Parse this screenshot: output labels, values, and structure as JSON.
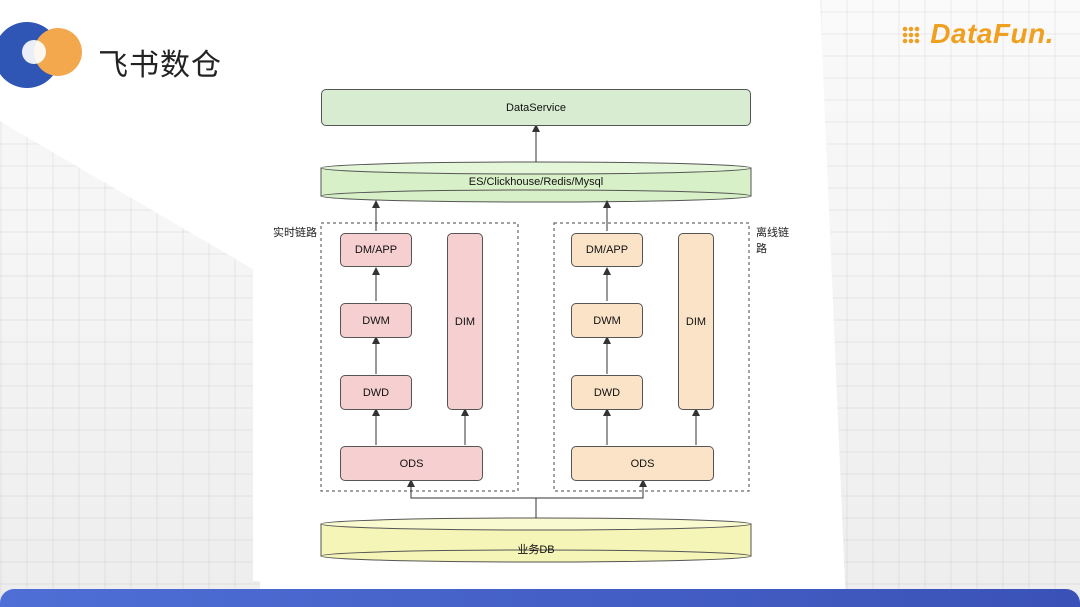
{
  "header": {
    "title": "飞书数仓",
    "brand": "DataFun."
  },
  "diagram": {
    "data_service": "DataService",
    "storage": "ES/Clickhouse/Redis/Mysql",
    "source": "业务DB",
    "realtime": {
      "label": "实时链路",
      "dm_app": "DM/APP",
      "dwm": "DWM",
      "dwd": "DWD",
      "ods": "ODS",
      "dim": "DIM"
    },
    "offline": {
      "label": "离线链路",
      "dm_app": "DM/APP",
      "dwm": "DWM",
      "dwd": "DWD",
      "ods": "ODS",
      "dim": "DIM"
    }
  },
  "colors": {
    "realtime_fill": "#f6cfd0",
    "offline_fill": "#fbe3c8",
    "service_fill": "#d7ecd0",
    "cylinder_storage": "#d8f0c8",
    "cylinder_source": "#f6f5b8",
    "brand_orange": "#f0a020",
    "accent_blue": "#2f56b5"
  }
}
